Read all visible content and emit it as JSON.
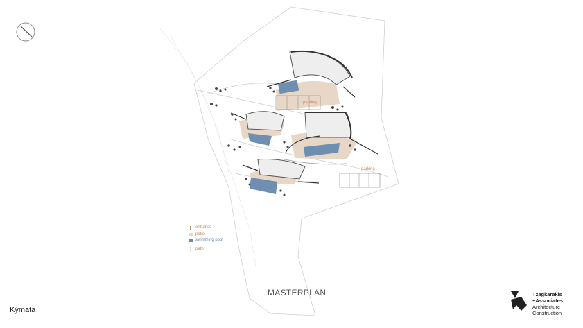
{
  "project_name": "Kýmata",
  "drawing_title": "MASTERPLAN",
  "labels": {
    "parking_upper": "parking",
    "parking_lower": "parking"
  },
  "legend": {
    "entrance": "entrance",
    "patio": "patio",
    "swimming_pool": "swimming pool",
    "path": "path"
  },
  "logo": {
    "name_line1": "Tzagkarakis",
    "name_line2": "+Associates",
    "line3": "Architecture",
    "line4": "Construction"
  },
  "colors": {
    "patio": "#e8d6c6",
    "pool": "#6f8fb0",
    "legend_text": "#c98a56",
    "pool_legend_text": "#5f7fa2",
    "outline": "#cfcfcf",
    "building": "#555555"
  },
  "icons": {
    "north_arrow": "compass-icon",
    "logo_mark": "logo-mark-icon"
  }
}
